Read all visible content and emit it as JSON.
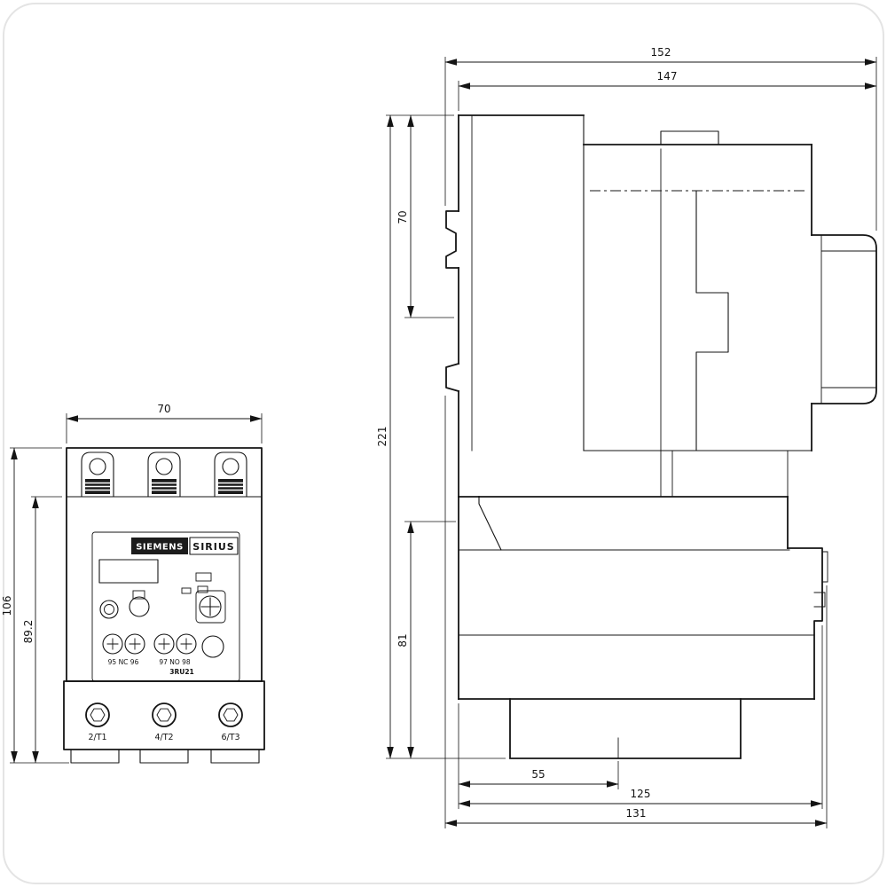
{
  "drawing": {
    "front_view": {
      "dims": {
        "width_top": "70",
        "height_total": "106",
        "height_body": "89.2"
      },
      "labels": {
        "brand": "SIEMENS",
        "series": "SIRIUS",
        "aux_left": "95 NC 96",
        "aux_right": "97 NO 98",
        "model": "3RU21",
        "terminal_1": "2/T1",
        "terminal_2": "4/T2",
        "terminal_3": "6/T3"
      }
    },
    "side_view": {
      "dims": {
        "width_overall": "152",
        "width_body": "147",
        "height_overall": "221",
        "height_upper": "70",
        "height_lower": "81",
        "depth_inner": "55",
        "depth_body": "125",
        "depth_overall": "131"
      }
    }
  }
}
